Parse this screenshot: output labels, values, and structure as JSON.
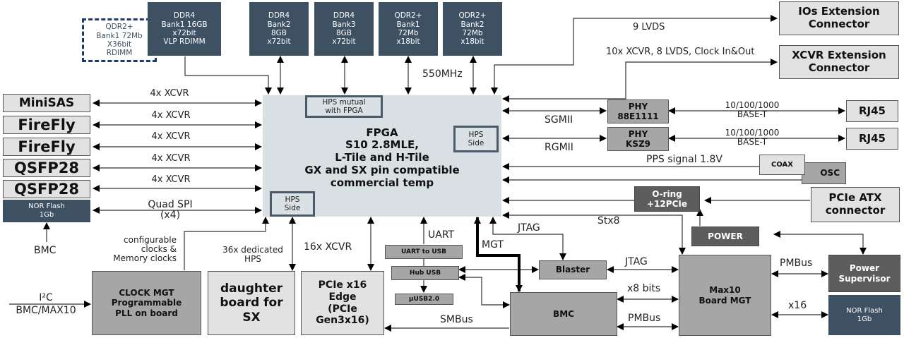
{
  "memory": {
    "qdr_optional": "QDR2+\nBank1 72Mb\nX36bit\nRDIMM",
    "ddr4_bank1": "DDR4\nBank1 16GB\nx72bit\nVLP RDIMM",
    "ddr4_bank2": "DDR4\nBank2\n8GB\nx72bit",
    "ddr4_bank3": "DDR4\nBank3\n8GB\nx72bit",
    "qdr_bank1": "QDR2+\nBank1\n72Mb\nx18bit",
    "qdr_bank2": "QDR2+\nBank2\n72Mb\nx18bit",
    "freq_label": "550MHz"
  },
  "fpga": {
    "title": "FPGA\nS10 2.8MLE,\nL-Tile and H-Tile\nGX and SX pin compatible\ncommercial temp",
    "hps_mutual": "HPS mutual\nwith FPGA",
    "hps_side_right": "HPS\nSide",
    "hps_side_left": "HPS\nSide"
  },
  "left": {
    "connectors": [
      "MiniSAS",
      "FireFly",
      "FireFly",
      "QSFP28",
      "QSFP28"
    ],
    "links": [
      "4x XCVR",
      "4x XCVR",
      "4x XCVR",
      "4x XCVR",
      "4x XCVR"
    ],
    "nor_flash": "NOR Flash\n1Gb",
    "quad_spi": "Quad SPI\n(x4)",
    "bmc_label": "BMC"
  },
  "right": {
    "ios_ext": "IOs Extension\nConnector",
    "xcvr_ext": "XCVR Extension\nConnector",
    "lvds_label": "9 LVDS",
    "xcvr_ext_label": "10x XCVR, 8 LVDS, Clock In&Out",
    "phy1": "PHY\n88E1111",
    "phy2": "PHY\nKSZ9",
    "sgmii": "SGMII",
    "rgmii": "RGMII",
    "base_t_1": "10/100/1000\nBASE-T",
    "base_t_2": "10/100/1000\nBASE-T",
    "rj45_1": "RJ45",
    "rj45_2": "RJ45",
    "pps": "PPS signal 1.8V",
    "coax": "COAX",
    "osc": "OSC",
    "oring": "O-ring\n+12PCIe",
    "pcie_atx": "PCIe ATX\nconnector",
    "stx8": "Stx8"
  },
  "bottom": {
    "cfg_clocks": "configurable\nclocks &\nMemory clocks",
    "i2c": "I²C\nBMC/MAX10",
    "clock_mgt": "CLOCK MGT\nProgrammable\nPLL on board",
    "hps_dedicated": "36x dedicated\nHPS",
    "daughter": "daughter\nboard for\nSX",
    "xcvr16": "16x XCVR",
    "pcie_edge": "PCIe x16\nEdge\n(PCIe\nGen3x16)",
    "uart": "UART",
    "uart_usb": "UART to USB",
    "hub_usb": "Hub USB",
    "usb2": "µUSB2.0",
    "mgt": "MGT",
    "jtag_top": "JTAG",
    "blaster": "Blaster",
    "jtag": "JTAG",
    "bmc": "BMC",
    "smbus": "SMBus",
    "x8bits": "x8 bits",
    "pmbus_bmc": "PMBus",
    "max10": "Max10\nBoard MGT",
    "power": "POWER",
    "pmbus_sup": "PMBus",
    "power_sup": "Power\nSupervisor",
    "x16": "x16",
    "nor_flash2": "NOR Flash\n1Gb"
  }
}
